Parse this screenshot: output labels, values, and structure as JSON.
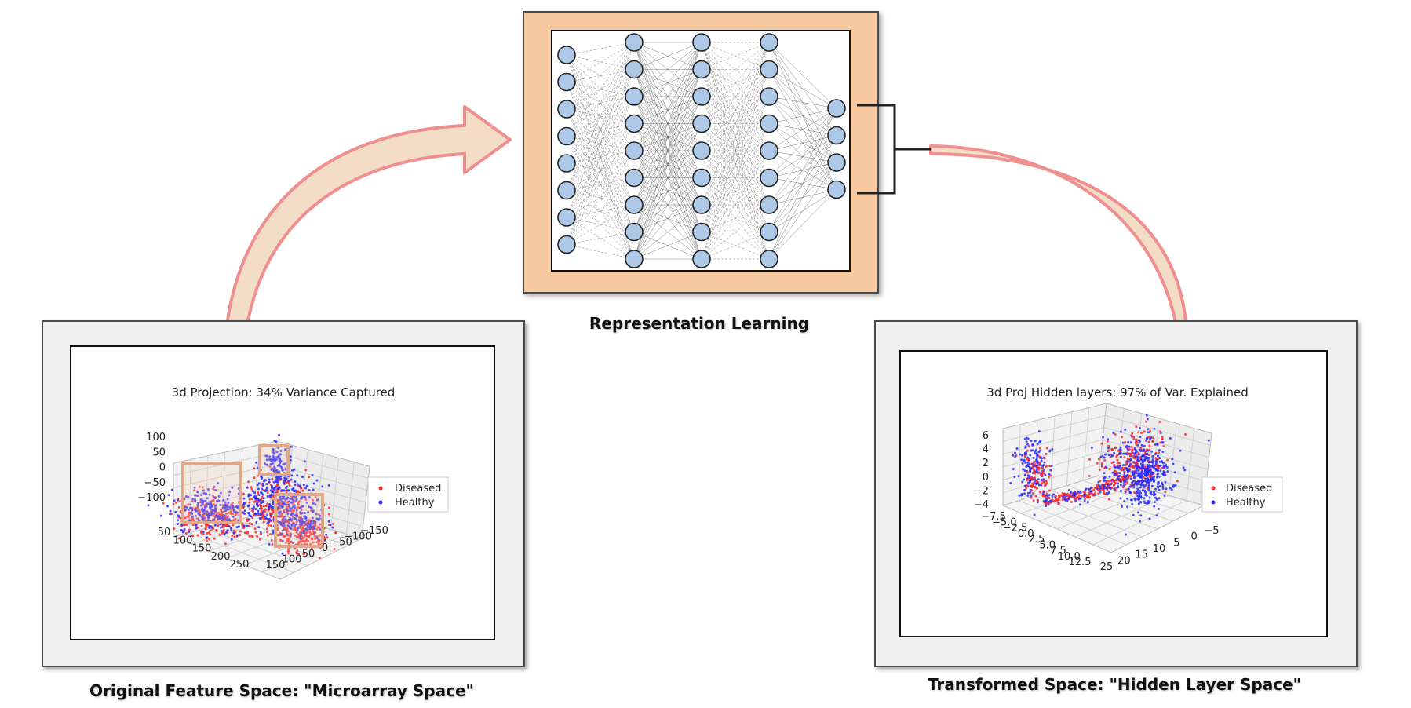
{
  "captions": {
    "representation": "Representation Learning",
    "original": "Original Feature Space: \"Microarray Space\"",
    "transformed": "Transformed Space: \"Hidden Layer Space\""
  },
  "network": {
    "layers": [
      8,
      9,
      9,
      9,
      4
    ],
    "node_color": "#aec8e8"
  },
  "colors": {
    "nn_frame": "#f6c9a0",
    "panel_frame": "#efefef",
    "arrow_fill": "#f3dcc4",
    "arrow_stroke": "#f08a8a",
    "diseased": "#ff2a2a",
    "healthy": "#2a2aff"
  },
  "left_plot": {
    "title": "3d Projection: 34% Variance Captured",
    "z_ticks": [
      "100",
      "50",
      "0",
      "−50",
      "−100"
    ],
    "x_ticks": [
      "50",
      "100",
      "150",
      "200",
      "250"
    ],
    "y_ticks": [
      "150",
      "100",
      "50",
      "0",
      "−50",
      "−100",
      "−150"
    ],
    "legend": [
      "Diseased",
      "Healthy"
    ]
  },
  "right_plot": {
    "title": "3d Proj Hidden layers: 97% of Var. Explained",
    "z_ticks": [
      "6",
      "4",
      "2",
      "0",
      "−2",
      "−4"
    ],
    "x_ticks": [
      "−7.5",
      "−5.0",
      "−2.5",
      "0.0",
      "2.5",
      "5.0",
      "7.5",
      "10.0",
      "12.5"
    ],
    "y_ticks": [
      "25",
      "20",
      "15",
      "10",
      "5",
      "0",
      "−5"
    ],
    "legend": [
      "Diseased",
      "Healthy"
    ]
  }
}
